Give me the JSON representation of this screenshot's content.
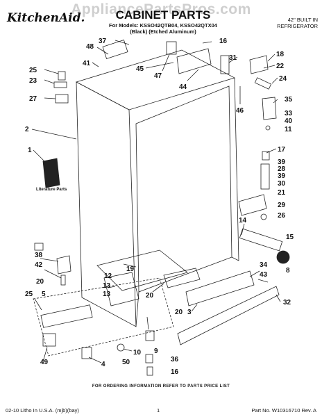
{
  "header": {
    "watermark": "AppliancePartsPros.com",
    "brand": "KitchenAid.",
    "title": "CABINET PARTS",
    "models": "For Models: KSSO42QTB04, KSSO42QTX04",
    "colors": "(Black)   (Etched Aluminum)",
    "product_type": [
      "42\" BUILT IN",
      "REFRIGERATOR"
    ]
  },
  "diagram": {
    "literature_label": "Literature Parts",
    "callouts": {
      "c37": "37",
      "c48": "48",
      "c41": "41",
      "c45": "45",
      "c47": "47",
      "c16a": "16",
      "c31": "31",
      "c18": "18",
      "c22": "22",
      "c24": "24",
      "c25a": "25",
      "c23": "23",
      "c27": "27",
      "c44": "44",
      "c46": "46",
      "c35": "35",
      "c33": "33",
      "c40": "40",
      "c11": "11",
      "c2": "2",
      "c1": "1",
      "c17": "17",
      "c39a": "39",
      "c28": "28",
      "c39b": "39",
      "c30": "30",
      "c21": "21",
      "c29": "29",
      "c26": "26",
      "c14": "14",
      "c15": "15",
      "c42": "42",
      "c38": "38",
      "c20a": "20",
      "c12": "12",
      "c19": "19",
      "c13a": "13",
      "c13b": "13",
      "c20b": "20",
      "c34": "34",
      "c43": "43",
      "c8": "8",
      "c32": "32",
      "c3": "3",
      "c25b": "25",
      "c5": "5",
      "c20c": "20",
      "c9": "9",
      "c10": "10",
      "c50": "50",
      "c4": "4",
      "c49": "49",
      "c36": "36",
      "c16b": "16"
    }
  },
  "footer": {
    "note": "FOR ORDERING INFORMATION REFER TO PARTS PRICE LIST",
    "left": "02-10 Litho In U.S.A. (mjb)(bay)",
    "page": "1",
    "right": "Part No. W10316710 Rev. A"
  }
}
